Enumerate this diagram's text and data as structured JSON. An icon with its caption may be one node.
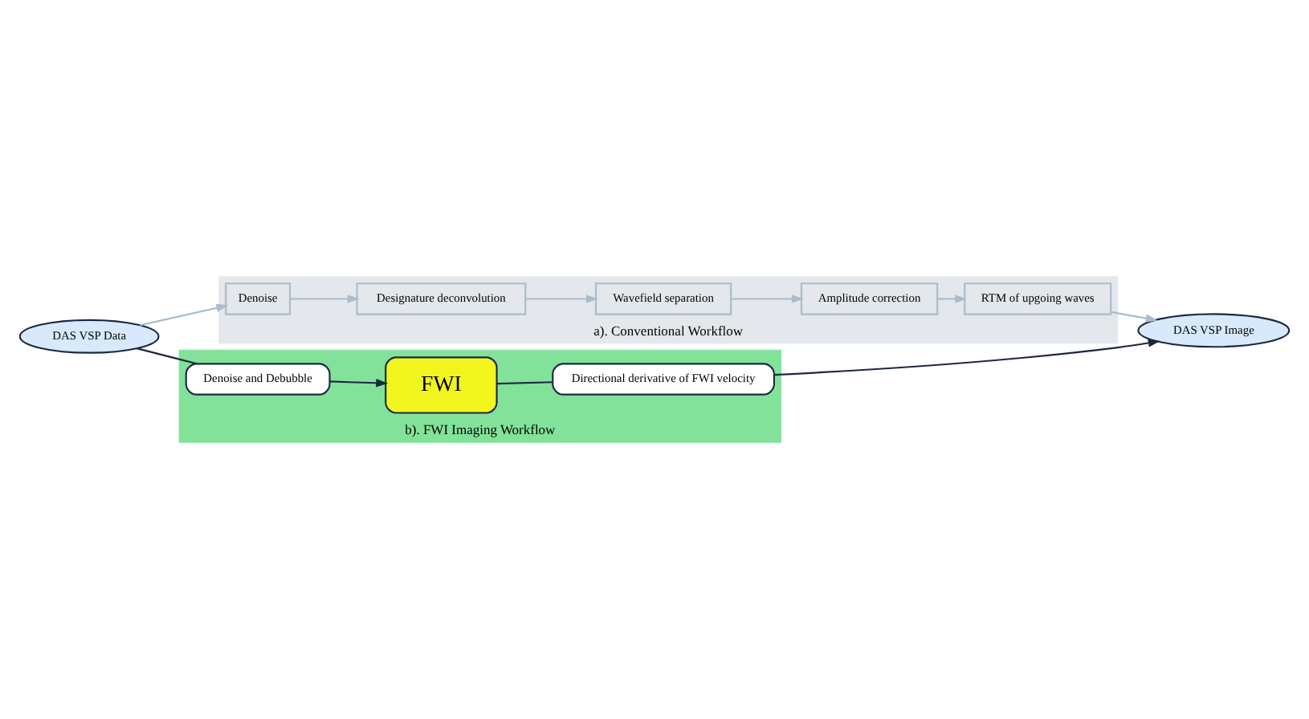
{
  "diagram": {
    "nodes": [
      {
        "text": [
          "a). Conventional Workflow"
        ]
      },
      {
        "text": [
          "b). FWI Imaging Workflow"
        ]
      },
      {
        "text": [
          "DAS VSP Data"
        ]
      },
      {
        "text": [
          "Denoise"
        ],
        "in": 0
      },
      {
        "text": [
          "Designature deconvolution"
        ],
        "in": 0
      },
      {
        "text": [
          "Wavefield separation"
        ],
        "in": 0
      },
      {
        "text": [
          "Amplitude correction"
        ],
        "in": 0
      },
      {
        "text": [
          "RTM of upgoing waves"
        ],
        "in": 0
      },
      {
        "text": [
          "DAS VSP Image"
        ]
      },
      {
        "text": [
          "Denoise and Debubble"
        ],
        "in": 1
      },
      {
        "text": [
          "FWI"
        ],
        "in": 1
      },
      {
        "text": [
          "Directional derivative of FWI velocity"
        ],
        "in": 1
      }
    ],
    "edges": [
      {
        "from": 2,
        "to": 3,
        "arrow": "to"
      },
      {
        "from": 3,
        "to": 4,
        "arrow": "to"
      },
      {
        "from": 4,
        "to": 5,
        "arrow": "to"
      },
      {
        "from": 5,
        "to": 6,
        "arrow": "to"
      },
      {
        "from": 6,
        "to": 7,
        "arrow": "to"
      },
      {
        "from": 7,
        "to": 8,
        "arrow": "to"
      },
      {
        "from": 2,
        "to": 9,
        "arrow": "none",
        "color": "#1c2841"
      },
      {
        "from": 9,
        "to": 10,
        "arrow": "to",
        "color": "#1c2841"
      },
      {
        "from": 10,
        "to": 11,
        "arrow": "none",
        "color": "#1c2841"
      },
      {
        "from": 11,
        "to": 8,
        "arrow": "to",
        "color": "#1c2841"
      }
    ]
  }
}
